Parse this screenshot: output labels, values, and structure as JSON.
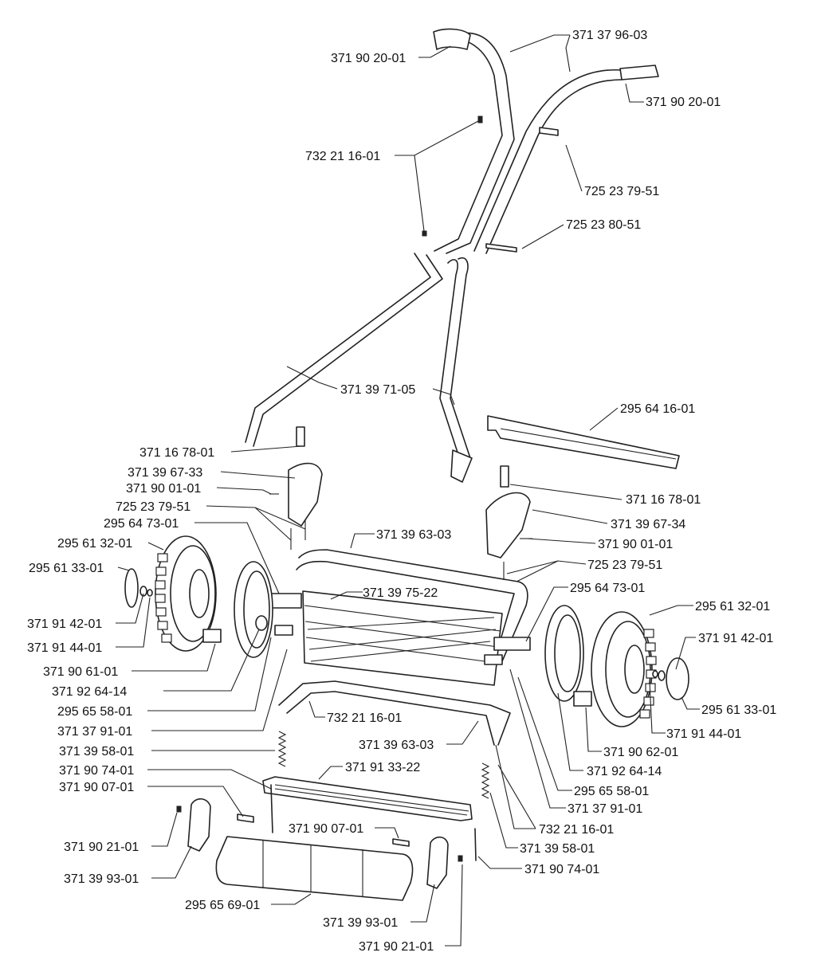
{
  "labels": {
    "grip_left": "371 90 20-01",
    "handle_upper": "371 37 96-03",
    "grip_right": "371 90 20-01",
    "handle_pin_top": "732 21 16-01",
    "bolt_upper": "725 23 79-51",
    "bolt_lower": "725 23 80-51",
    "handle_lower": "371 39 71-05",
    "deflector": "295 64 16-01",
    "pivot_left": "371 16 78-01",
    "bracket_left": "371 39 67-33",
    "pin_left": "371 90 01-01",
    "bolt_bracket_left": "725 23 79-51",
    "hubcap_inner_left": "295 64 73-01",
    "wheel_left": "295 61 32-01",
    "cap_left": "295 61 33-01",
    "frame_bar_top": "371 39 63-03",
    "pivot_right": "371 16 78-01",
    "bracket_right": "371 39 67-34",
    "pin_right": "371 90 01-01",
    "bolt_bracket_right": "725 23 79-51",
    "reel": "371 39 75-22",
    "hubcap_inner_right": "295 64 73-01",
    "wheel_right": "295 61 32-01",
    "washer_left": "371 91 42-01",
    "circlip_left": "371 91 44-01",
    "pinion_left": "371 90 61-01",
    "bushing_left": "371 92 64-14",
    "spacer_left": "295 65 58-01",
    "sleeve_left": "371 37 91-01",
    "pin_frame_mid": "732 21 16-01",
    "frame_bar_bottom": "371 39 63-03",
    "spring_left": "371 39 58-01",
    "rod_left": "371 90 74-01",
    "screw_left": "371 90 07-01",
    "bed_knife": "371 91 33-22",
    "clip_left": "371 90 21-01",
    "screw_center": "371 90 07-01",
    "roller_bracket_left": "371 39 93-01",
    "roller": "295 65 69-01",
    "roller_bracket_right": "371 39 93-01",
    "clip_right": "371 90 21-01",
    "washer_right": "371 91 42-01",
    "cap_right": "295 61 33-01",
    "circlip_right": "371 91 44-01",
    "pinion_right": "371 90 62-01",
    "bushing_right": "371 92 64-14",
    "spacer_right": "295 65 58-01",
    "sleeve_right": "371 37 91-01",
    "pin_frame_right": "732 21 16-01",
    "spring_right": "371 39 58-01",
    "rod_right": "371 90 74-01"
  }
}
